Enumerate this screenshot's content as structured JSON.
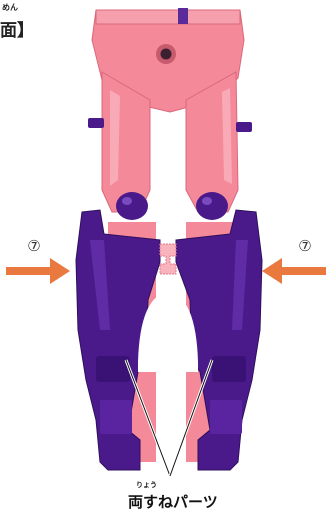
{
  "header": {
    "ruby": "めん",
    "label": "面】"
  },
  "markers": {
    "left": "⑦",
    "right": "⑦"
  },
  "caption": {
    "ruby": "りょう",
    "label": "両すねパーツ"
  },
  "colors": {
    "pink_body": "#f4899a",
    "pink_light": "#f9b3bd",
    "purple_part": "#4b1a8a",
    "purple_dark": "#33106a",
    "arrow_orange": "#e9793f"
  }
}
